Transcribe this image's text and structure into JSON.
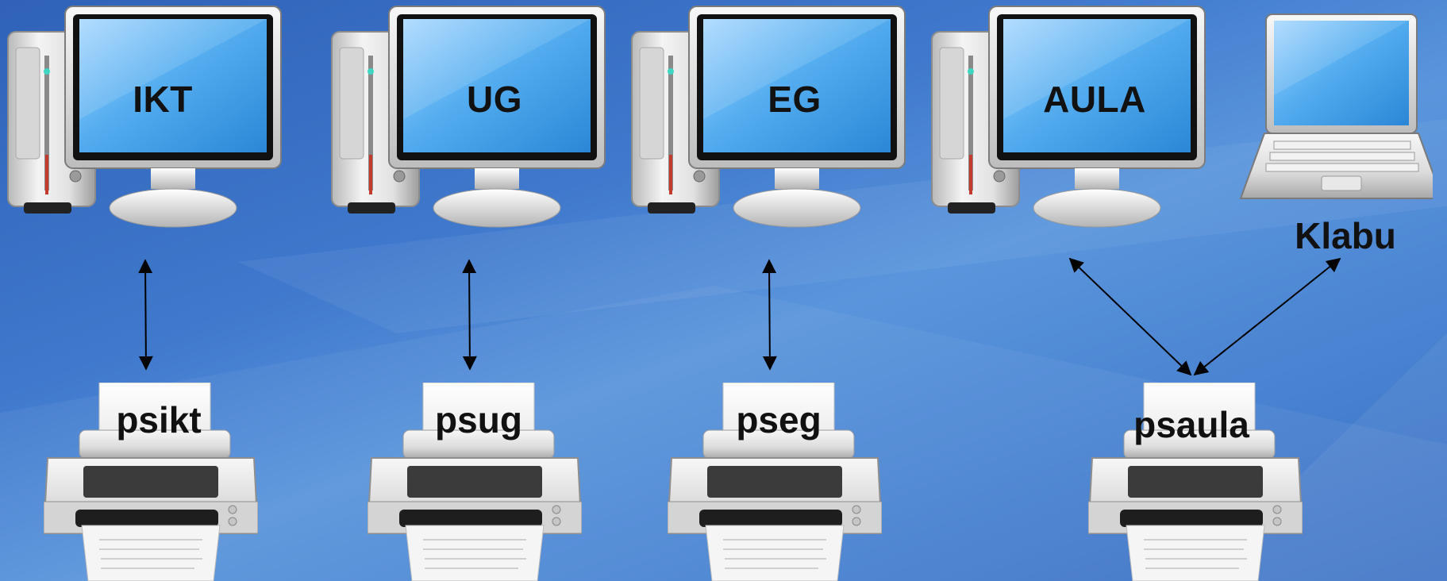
{
  "diagram": {
    "computers": [
      {
        "id": "ikt",
        "label": "IKT"
      },
      {
        "id": "ug",
        "label": "UG"
      },
      {
        "id": "eg",
        "label": "EG"
      },
      {
        "id": "aula",
        "label": "AULA"
      }
    ],
    "laptop": {
      "id": "klabu",
      "label": "Klabu"
    },
    "printers": [
      {
        "id": "psikt",
        "label": "psikt"
      },
      {
        "id": "psug",
        "label": "psug"
      },
      {
        "id": "pseg",
        "label": "pseg"
      },
      {
        "id": "psaula",
        "label": "psaula"
      }
    ],
    "connections": [
      {
        "from": "IKT",
        "to": "psikt",
        "type": "bidirectional"
      },
      {
        "from": "UG",
        "to": "psug",
        "type": "bidirectional"
      },
      {
        "from": "EG",
        "to": "pseg",
        "type": "bidirectional"
      },
      {
        "from": "AULA",
        "to": "psaula",
        "type": "bidirectional"
      },
      {
        "from": "Klabu",
        "to": "psaula",
        "type": "bidirectional"
      }
    ]
  }
}
